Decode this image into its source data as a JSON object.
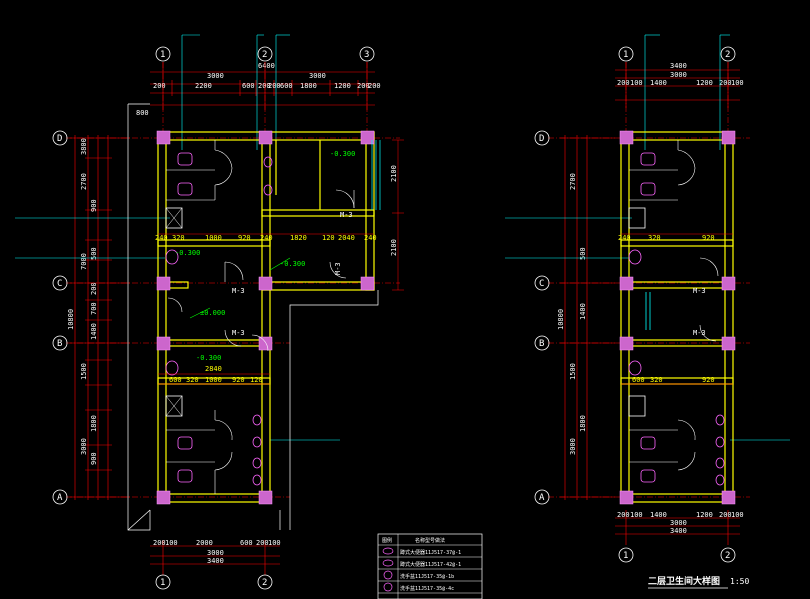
{
  "left_plan": {
    "grid_top": [
      "1",
      "2",
      "3"
    ],
    "grid_bottom": [
      "1",
      "2"
    ],
    "grid_side": [
      "D",
      "C",
      "B",
      "A"
    ],
    "top_dims_row1": [
      "3000",
      "3000"
    ],
    "top_dims_total": "6400",
    "top_dims_row2": [
      "200",
      "2200",
      "600",
      "200",
      "200",
      "600",
      "1800",
      "1200",
      "200",
      "200"
    ],
    "side_dims_left": [
      "10800",
      "1500",
      "7000",
      "3800"
    ],
    "side_dims_mid": [
      "2700",
      "900",
      "3000",
      "500",
      "200",
      "700",
      "1400",
      "1800",
      "900"
    ],
    "inner_dims_upper": [
      "240",
      "320",
      "1000",
      "920",
      "240",
      "1820",
      "120",
      "2040",
      "240"
    ],
    "inner_dims_lower": [
      "600",
      "320",
      "1000",
      "920",
      "120"
    ],
    "lower_total": "2840",
    "bottom_dims": [
      "200",
      "100",
      "2000",
      "600",
      "200",
      "100"
    ],
    "bottom_total_row1": "3000",
    "bottom_total_row2": "3400",
    "left_extra": "800",
    "level_marks": [
      "-0.300",
      "-0.300",
      "-0.300",
      "±0.000",
      "-0.300"
    ],
    "door_tags": [
      "M-3",
      "M-3",
      "M-3",
      "M-3"
    ],
    "vertical_dims_right": [
      "2100",
      "2100"
    ]
  },
  "right_plan": {
    "grid_top": [
      "1",
      "2"
    ],
    "grid_bottom": [
      "1",
      "2"
    ],
    "grid_side": [
      "D",
      "C",
      "B",
      "A"
    ],
    "top_dims_total": "3400",
    "top_dims_row1": "3000",
    "top_dims_row2": [
      "200",
      "100",
      "1400",
      "1200",
      "200",
      "100"
    ],
    "inner_dims": [
      "240",
      "320",
      "920"
    ],
    "lower_dims": [
      "600",
      "320",
      "920"
    ],
    "door_tags": [
      "M-3",
      "M-3"
    ],
    "bottom_dims": [
      "200",
      "100",
      "1400",
      "1200",
      "200",
      "100"
    ],
    "bottom_total_row1": "3000",
    "bottom_total_row2": "3400"
  },
  "legend": {
    "header": [
      "图例",
      "名称型号做法"
    ],
    "rows": [
      "蹲式大便器11J517-37@-1",
      "蹲式大便器11J517-42@-1",
      "洗手盆11J517-35@-1b",
      "洗手盆11J517-35@-4c"
    ]
  },
  "drawing_title": "二层卫生间大样图",
  "drawing_scale": "1:50",
  "colors": {
    "background": "#000000",
    "grid_bubble": "#ff0000",
    "walls": "#ffff00",
    "columns": "#ff66ff",
    "fixtures": "#ff66ff",
    "dimensions": "#ffffff",
    "levels": "#00ff00",
    "annotations": "#00ffff",
    "window": "#00ffff"
  }
}
